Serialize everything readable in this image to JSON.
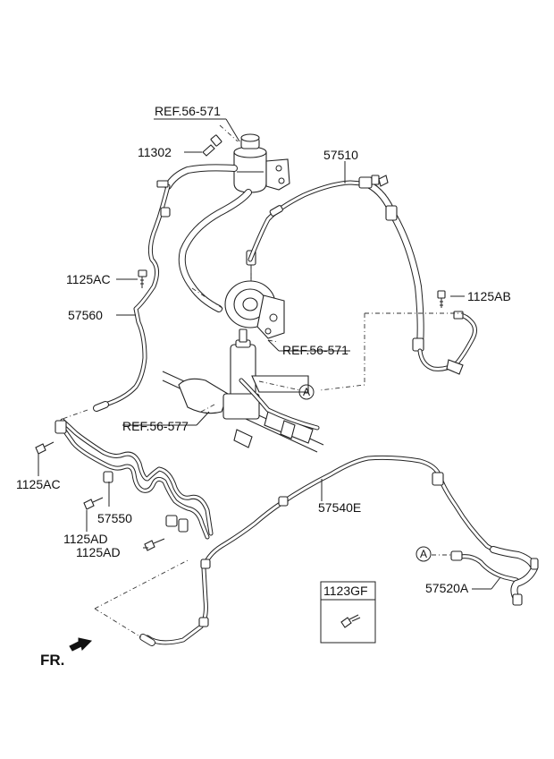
{
  "labels": {
    "ref_56_571_top": "REF.56-571",
    "p11302": "11302",
    "p57510": "57510",
    "p1125AC_top": "1125AC",
    "p1125AB": "1125AB",
    "p57560": "57560",
    "ref_56_571_mid": "REF.56-571",
    "ref_56_577": "REF.56-577",
    "p1125AC_left": "1125AC",
    "p57540E": "57540E",
    "p57550": "57550",
    "p1125AD_a": "1125AD",
    "p1125AD_b": "1125AD",
    "p57520A": "57520A",
    "p1123GF": "1123GF",
    "circle_a_upper": "A",
    "circle_a_lower": "A",
    "front": "FR."
  },
  "icons": {
    "front_arrow": "front-direction-arrow-icon",
    "bolt": "bolt-icon"
  }
}
